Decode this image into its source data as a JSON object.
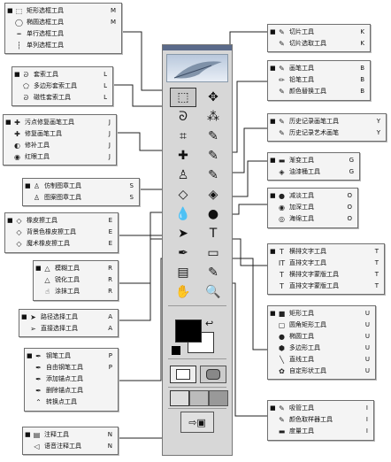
{
  "flyouts": [
    {
      "id": "marquee",
      "items": [
        {
          "mark": "■",
          "icon": "⬚",
          "label": "矩形选框工具",
          "key": "M"
        },
        {
          "mark": "",
          "icon": "◯",
          "label": "椭圆选框工具",
          "key": "M"
        },
        {
          "mark": "",
          "icon": "┅",
          "label": "单行选框工具",
          "key": ""
        },
        {
          "mark": "",
          "icon": "┆",
          "label": "单列选框工具",
          "key": ""
        }
      ]
    },
    {
      "id": "lasso",
      "items": [
        {
          "mark": "■",
          "icon": "ᘐ",
          "label": "套索工具",
          "key": "L"
        },
        {
          "mark": "",
          "icon": "⬠",
          "label": "多边形套索工具",
          "key": "L"
        },
        {
          "mark": "",
          "icon": "ᘐ",
          "label": "磁性套索工具",
          "key": "L"
        }
      ]
    },
    {
      "id": "heal",
      "items": [
        {
          "mark": "■",
          "icon": "✚",
          "label": "污点修复画笔工具",
          "key": "J"
        },
        {
          "mark": "",
          "icon": "✚",
          "label": "修复画笔工具",
          "key": "J"
        },
        {
          "mark": "",
          "icon": "◐",
          "label": "修补工具",
          "key": "J"
        },
        {
          "mark": "",
          "icon": "◉",
          "label": "红眼工具",
          "key": "J"
        }
      ]
    },
    {
      "id": "stamp",
      "items": [
        {
          "mark": "■",
          "icon": "♙",
          "label": "仿制图章工具",
          "key": "S"
        },
        {
          "mark": "",
          "icon": "♙",
          "label": "图案图章工具",
          "key": "S"
        }
      ]
    },
    {
      "id": "eraser",
      "items": [
        {
          "mark": "■",
          "icon": "◇",
          "label": "橡皮擦工具",
          "key": "E"
        },
        {
          "mark": "",
          "icon": "◇",
          "label": "背景色橡皮擦工具",
          "key": "E"
        },
        {
          "mark": "",
          "icon": "◇",
          "label": "魔术橡皮擦工具",
          "key": "E"
        }
      ]
    },
    {
      "id": "blur",
      "items": [
        {
          "mark": "■",
          "icon": "△",
          "label": "模糊工具",
          "key": "R"
        },
        {
          "mark": "",
          "icon": "△",
          "label": "锐化工具",
          "key": "R"
        },
        {
          "mark": "",
          "icon": "☝",
          "label": "涂抹工具",
          "key": "R"
        }
      ]
    },
    {
      "id": "path",
      "items": [
        {
          "mark": "■",
          "icon": "➤",
          "label": "路径选择工具",
          "key": "A"
        },
        {
          "mark": "",
          "icon": "➢",
          "label": "直接选择工具",
          "key": "A"
        }
      ]
    },
    {
      "id": "pen",
      "items": [
        {
          "mark": "■",
          "icon": "✒",
          "label": "钢笔工具",
          "key": "P"
        },
        {
          "mark": "",
          "icon": "✒",
          "label": "自由钢笔工具",
          "key": "P"
        },
        {
          "mark": "",
          "icon": "✒",
          "label": "添加锚点工具",
          "key": ""
        },
        {
          "mark": "",
          "icon": "✒",
          "label": "删除锚点工具",
          "key": ""
        },
        {
          "mark": "",
          "icon": "⌃",
          "label": "转换点工具",
          "key": ""
        }
      ]
    },
    {
      "id": "notes",
      "items": [
        {
          "mark": "■",
          "icon": "▤",
          "label": "注释工具",
          "key": "N"
        },
        {
          "mark": "",
          "icon": "◁",
          "label": "语音注释工具",
          "key": "N"
        }
      ]
    },
    {
      "id": "slice",
      "items": [
        {
          "mark": "■",
          "icon": "✎",
          "label": "切片工具",
          "key": "K"
        },
        {
          "mark": "",
          "icon": "✎",
          "label": "切片选取工具",
          "key": "K"
        }
      ]
    },
    {
      "id": "brush",
      "items": [
        {
          "mark": "■",
          "icon": "✎",
          "label": "画笔工具",
          "key": "B"
        },
        {
          "mark": "",
          "icon": "✏",
          "label": "铅笔工具",
          "key": "B"
        },
        {
          "mark": "",
          "icon": "✎",
          "label": "颜色替换工具",
          "key": "B"
        }
      ]
    },
    {
      "id": "history",
      "items": [
        {
          "mark": "■",
          "icon": "✎",
          "label": "历史记录画笔工具",
          "key": "Y"
        },
        {
          "mark": "",
          "icon": "✎",
          "label": "历史记录艺术画笔",
          "key": "Y"
        }
      ]
    },
    {
      "id": "fill",
      "items": [
        {
          "mark": "■",
          "icon": "▬",
          "label": "渐变工具",
          "key": "G"
        },
        {
          "mark": "",
          "icon": "◈",
          "label": "油漆桶工具",
          "key": "G"
        }
      ]
    },
    {
      "id": "dodge",
      "items": [
        {
          "mark": "■",
          "icon": "●",
          "label": "减淡工具",
          "key": "O"
        },
        {
          "mark": "",
          "icon": "◉",
          "label": "加深工具",
          "key": "O"
        },
        {
          "mark": "",
          "icon": "◎",
          "label": "海绵工具",
          "key": "O"
        }
      ]
    },
    {
      "id": "type",
      "items": [
        {
          "mark": "■",
          "icon": "T",
          "label": "横排文字工具",
          "key": "T"
        },
        {
          "mark": "",
          "icon": "IT",
          "label": "直排文字工具",
          "key": "T"
        },
        {
          "mark": "",
          "icon": "T",
          "label": "横排文字蒙版工具",
          "key": "T"
        },
        {
          "mark": "",
          "icon": "T",
          "label": "直排文字蒙版工具",
          "key": "T"
        }
      ]
    },
    {
      "id": "shape",
      "items": [
        {
          "mark": "■",
          "icon": "■",
          "label": "矩形工具",
          "key": "U"
        },
        {
          "mark": "",
          "icon": "▢",
          "label": "圆角矩形工具",
          "key": "U"
        },
        {
          "mark": "",
          "icon": "●",
          "label": "椭圆工具",
          "key": "U"
        },
        {
          "mark": "",
          "icon": "⬢",
          "label": "多边形工具",
          "key": "U"
        },
        {
          "mark": "",
          "icon": "╲",
          "label": "直线工具",
          "key": "U"
        },
        {
          "mark": "",
          "icon": "✿",
          "label": "自定形状工具",
          "key": "U"
        }
      ]
    },
    {
      "id": "eyedrop",
      "items": [
        {
          "mark": "■",
          "icon": "✎",
          "label": "吸管工具",
          "key": "I"
        },
        {
          "mark": "",
          "icon": "✎",
          "label": "颜色取样器工具",
          "key": "I"
        },
        {
          "mark": "",
          "icon": "▬",
          "label": "度量工具",
          "key": "I"
        }
      ]
    }
  ],
  "toolbar": {
    "tools": [
      {
        "name": "marquee-tool",
        "glyph": "⬚",
        "selected": true
      },
      {
        "name": "move-tool",
        "glyph": "✥",
        "selected": false
      },
      {
        "name": "lasso-tool",
        "glyph": "ᘐ",
        "selected": false
      },
      {
        "name": "magic-wand-tool",
        "glyph": "⁂",
        "selected": false
      },
      {
        "name": "crop-tool",
        "glyph": "⌗",
        "selected": false
      },
      {
        "name": "slice-tool",
        "glyph": "✎",
        "selected": false
      },
      {
        "name": "healing-tool",
        "glyph": "✚",
        "selected": false
      },
      {
        "name": "brush-tool",
        "glyph": "✎",
        "selected": false
      },
      {
        "name": "stamp-tool",
        "glyph": "♙",
        "selected": false
      },
      {
        "name": "history-brush-tool",
        "glyph": "✎",
        "selected": false
      },
      {
        "name": "eraser-tool",
        "glyph": "◇",
        "selected": false
      },
      {
        "name": "paint-bucket-tool",
        "glyph": "◈",
        "selected": false
      },
      {
        "name": "blur-tool",
        "glyph": "💧",
        "selected": false
      },
      {
        "name": "dodge-tool",
        "glyph": "●",
        "selected": false
      },
      {
        "name": "path-select-tool",
        "glyph": "➤",
        "selected": false
      },
      {
        "name": "type-tool",
        "glyph": "T",
        "selected": false
      },
      {
        "name": "pen-tool",
        "glyph": "✒",
        "selected": false
      },
      {
        "name": "shape-tool",
        "glyph": "▭",
        "selected": false
      },
      {
        "name": "notes-tool",
        "glyph": "▤",
        "selected": false
      },
      {
        "name": "eyedropper-tool",
        "glyph": "✎",
        "selected": false
      },
      {
        "name": "hand-tool",
        "glyph": "✋",
        "selected": false
      },
      {
        "name": "zoom-tool",
        "glyph": "🔍",
        "selected": false
      }
    ],
    "foreground_color": "#000000",
    "background_color": "#ffffff"
  }
}
